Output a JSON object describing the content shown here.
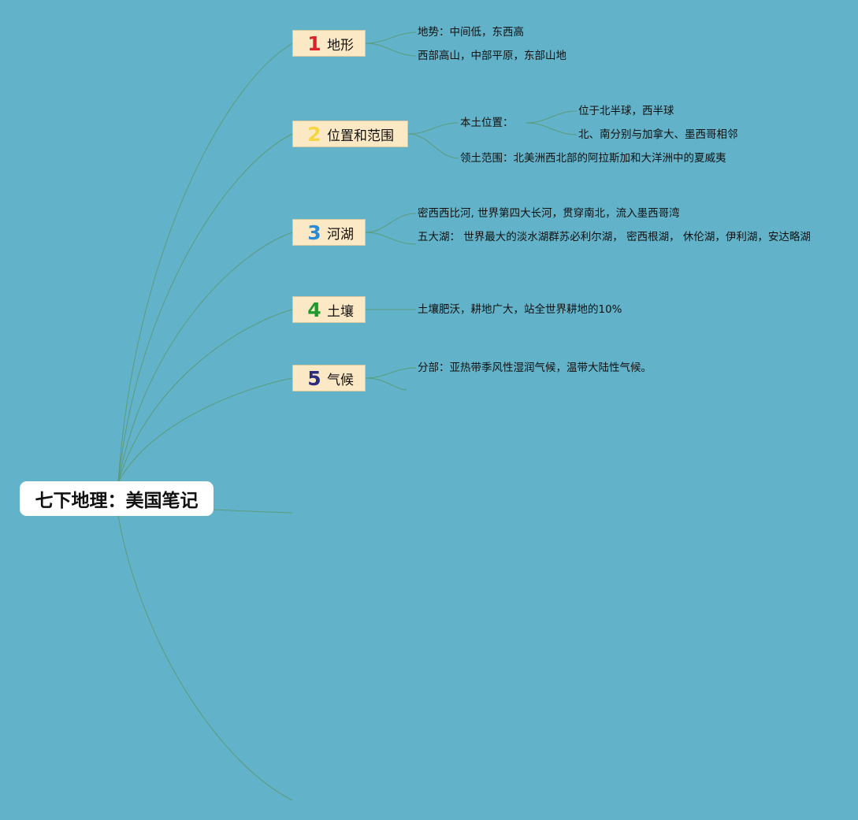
{
  "root": {
    "title": "七下地理：美国笔记"
  },
  "colors": {
    "background": "#62b2c9",
    "line": "#5a9c7c",
    "topic_fill": "#fbe9c6",
    "num_1": "#e0212c",
    "num_2": "#f5d544",
    "num_3": "#2b8bd2",
    "num_4": "#1f9a2e",
    "num_5": "#2a2d7e"
  },
  "topics": [
    {
      "num": "1",
      "label": "地形",
      "children": [
        "地势：中间低，东西高",
        "西部高山，中部平原，东部山地"
      ]
    },
    {
      "num": "2",
      "label": "位置和范围",
      "children": [
        {
          "label": "本土位置：",
          "children": [
            "位于北半球，西半球",
            "北、南分别与加拿大、墨西哥相邻"
          ]
        },
        {
          "label": "领土范围：北美洲西北部的阿拉斯加和大洋洲中的夏威夷"
        }
      ]
    },
    {
      "num": "3",
      "label": "河湖",
      "children": [
        "密西西比河, 世界第四大长河，贯穿南北，流入墨西哥湾",
        "五大湖： 世界最大的淡水湖群苏必利尔湖， 密西根湖， 休伦湖，伊利湖，安达略湖"
      ]
    },
    {
      "num": "4",
      "label": "土壤",
      "children": [
        "土壤肥沃，耕地广大，站全世界耕地的10%"
      ]
    },
    {
      "num": "5",
      "label": "气候",
      "children": [
        "分部：亚热带季风性湿润气候，温带大陆性气候。"
      ]
    }
  ]
}
